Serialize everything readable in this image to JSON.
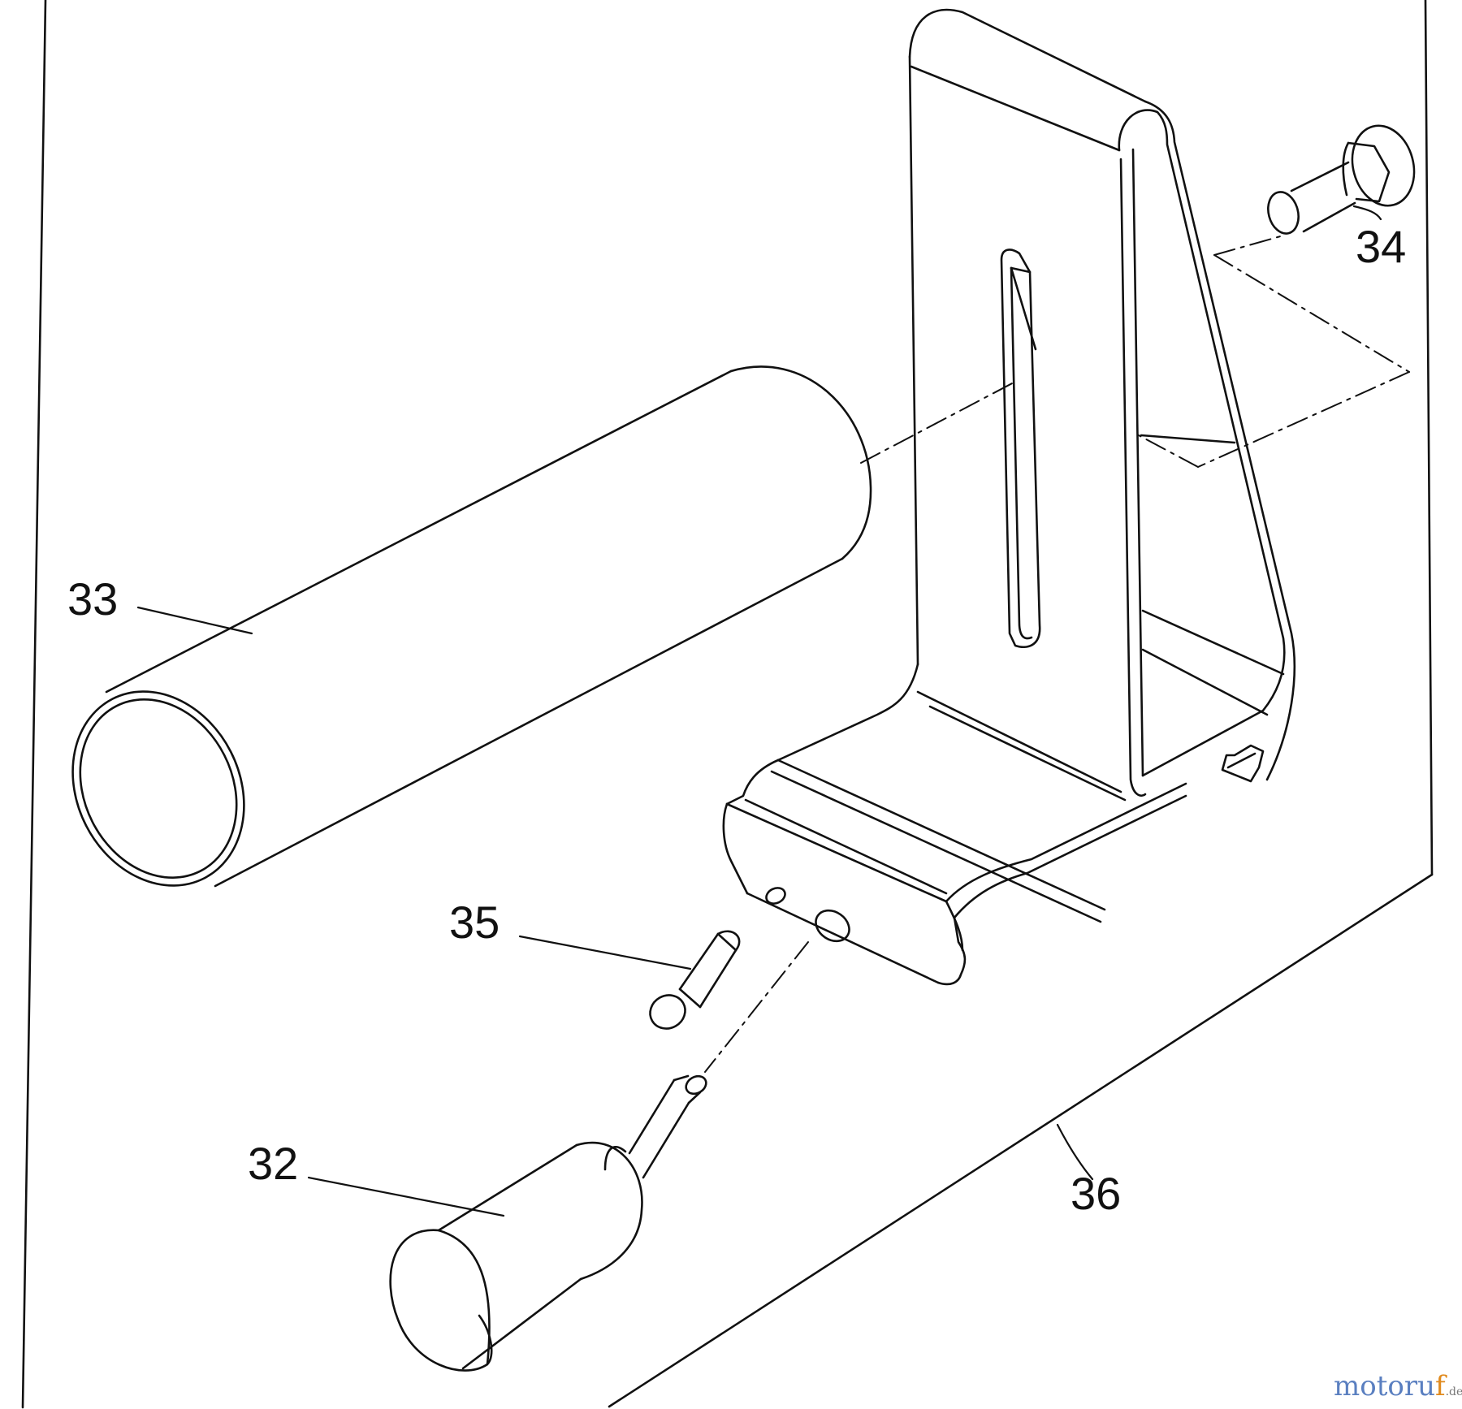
{
  "callouts": {
    "p33": "33",
    "p34": "34",
    "p35": "35",
    "p32": "32",
    "p36": "36"
  },
  "watermark": {
    "main": "motoru",
    "accent": "f",
    "tld": ".de"
  },
  "colors": {
    "line": "#111111",
    "background": "#ffffff",
    "watermark_blue": "#5a7fc0",
    "watermark_orange": "#e08a1e"
  }
}
